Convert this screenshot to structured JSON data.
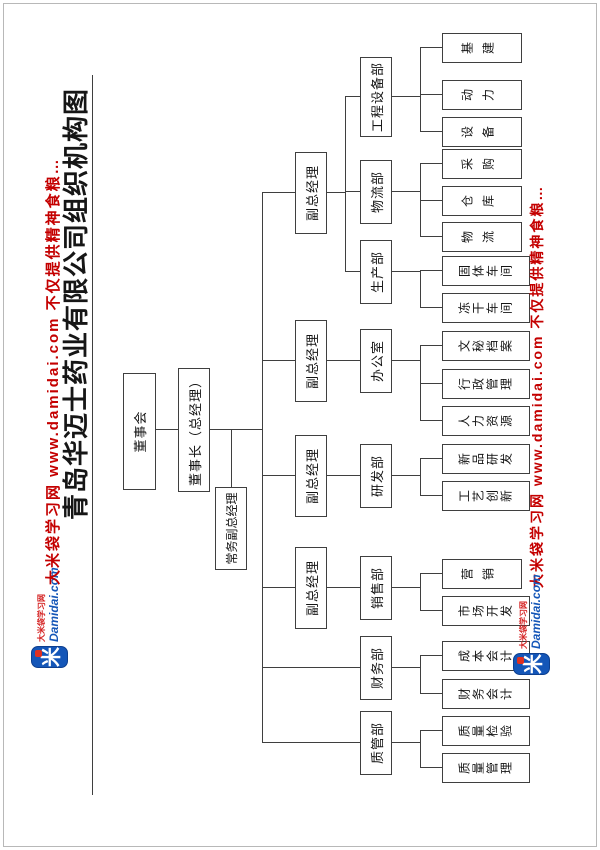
{
  "page": {
    "title": "青岛华迈士药业有限公司组织机构图"
  },
  "watermark": {
    "cn1": "大米袋学习网",
    "url": "www.damidai.com",
    "cn2": "不仅提供精神食粮…"
  },
  "logo": {
    "glyph": "米",
    "site_cn": "大米袋学习网",
    "site_en": "Damidai.com"
  },
  "org": {
    "board": "董事会",
    "chairman": "董事长（总经理）",
    "managing_deputy": "常务副总经理",
    "deputies": [
      "副总经理",
      "副总经理",
      "副总经理",
      "副总经理"
    ],
    "branches": [
      {
        "dept": "工程设备部",
        "children": [
          "基建",
          "动力",
          "设备"
        ]
      },
      {
        "dept": "物流部",
        "children": [
          "采购",
          "仓库",
          "物流"
        ]
      },
      {
        "dept": "生产部",
        "children": [
          "固体车间",
          "冻干车间"
        ]
      },
      {
        "dept": "办公室",
        "children": [
          "文秘档案",
          "行政管理",
          "人力资源"
        ]
      },
      {
        "dept": "研发部",
        "children": [
          "新品研发",
          "工艺创新"
        ]
      },
      {
        "dept": "销售部",
        "children": [
          "营销",
          "市场开发"
        ]
      },
      {
        "dept": "财务部",
        "children": [
          "成本会计",
          "财务会计"
        ]
      },
      {
        "dept": "质管部",
        "children": [
          "质量检验",
          "质量管理"
        ]
      }
    ]
  }
}
